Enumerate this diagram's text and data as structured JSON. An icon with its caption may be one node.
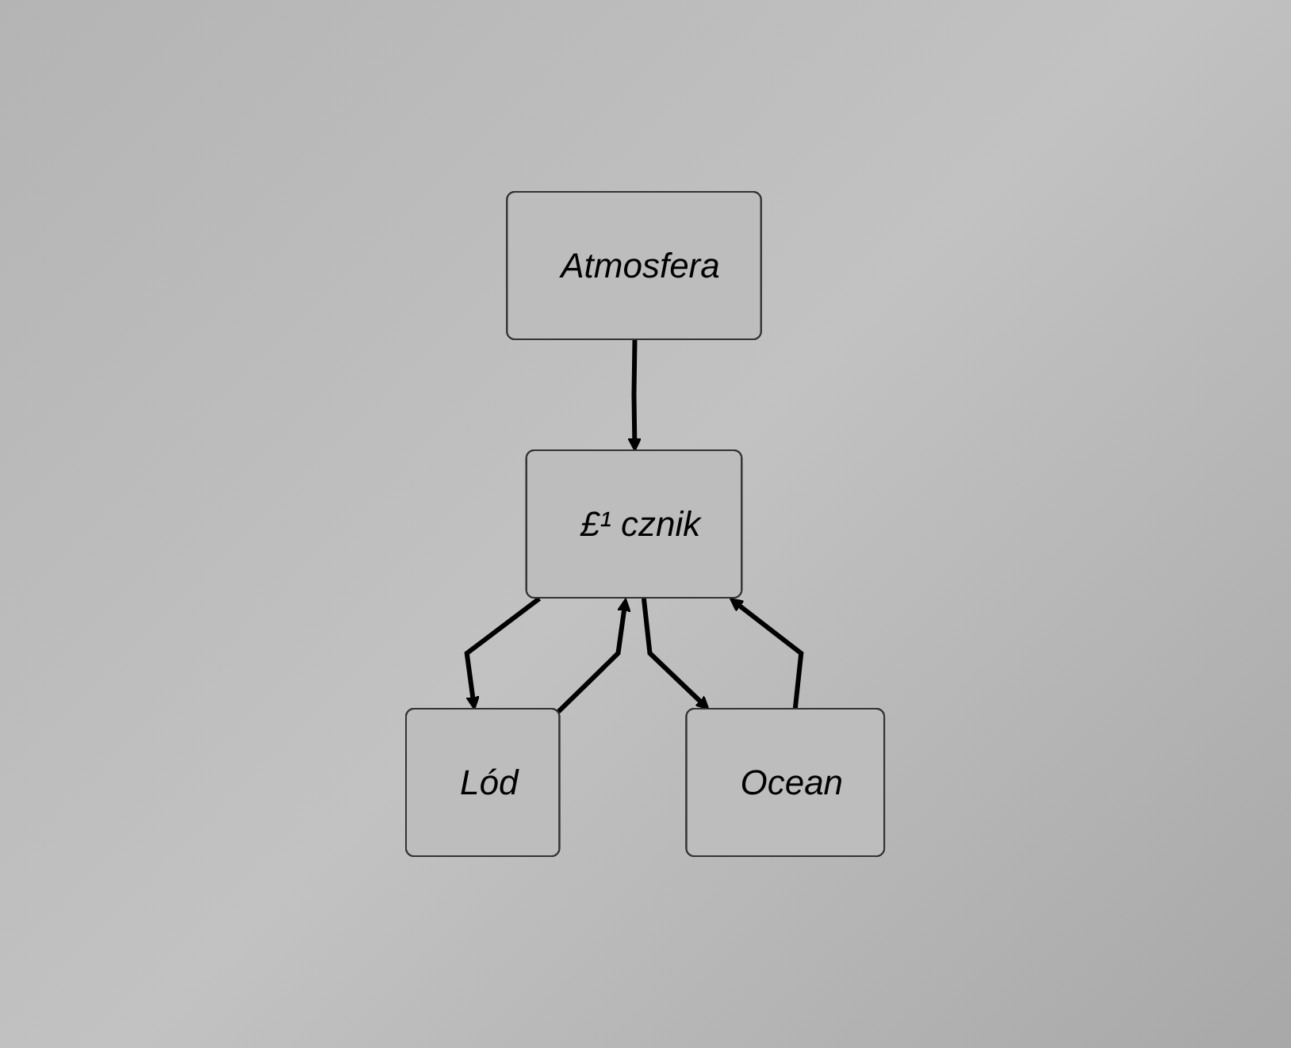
{
  "diagram": {
    "nodes": [
      {
        "text": [
          "Atmosfera"
        ]
      },
      {
        "text": [
          "£¹ cznik"
        ]
      },
      {
        "text": [
          "Lód"
        ]
      },
      {
        "text": [
          "Ocean"
        ]
      }
    ],
    "edges": [
      {
        "from": 0,
        "to": 1,
        "arrow": "to"
      },
      {
        "from": 2,
        "to": 1,
        "arrow": "to"
      },
      {
        "from": 1,
        "to": 2,
        "arrow": "to"
      },
      {
        "from": 1,
        "to": 3,
        "arrow": "to"
      },
      {
        "from": 3,
        "to": 1,
        "arrow": "to"
      }
    ]
  }
}
